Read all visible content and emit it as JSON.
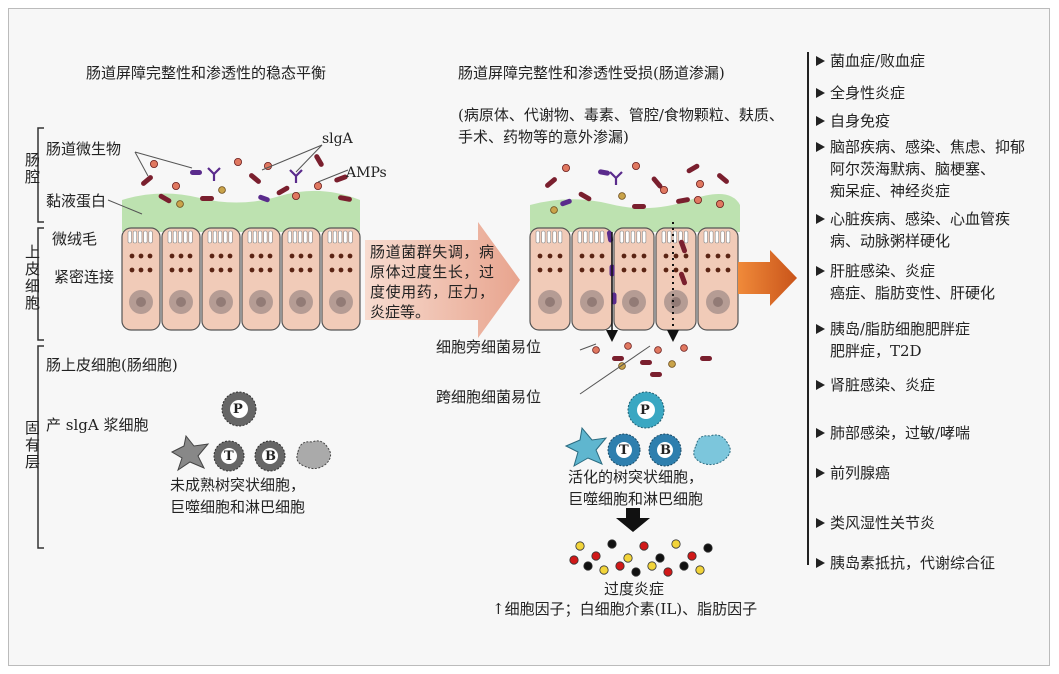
{
  "left": {
    "title": "肠道屏障完整性和渗透性的稳态平衡",
    "lumen_label": "肠腔",
    "epithelium_label": "上皮细胞",
    "lamina_label": "固有层",
    "microbiota": "肠道微生物",
    "siga": "slgA",
    "amps": "AMPs",
    "mucin": "黏液蛋白",
    "microvilli": "微绒毛",
    "tight_junction": "紧密连接",
    "enterocyte": "肠上皮细胞(肠细胞)",
    "plasma_cell": "产 slgA 浆细胞",
    "immune_cells": "未成熟树突状细胞，\n巨噬细胞和淋巴细胞"
  },
  "middle_arrow": {
    "text": "肠道菌群失调，病原体过度生长，过度使用药，压力，炎症等。"
  },
  "right": {
    "title": "肠道屏障完整性和渗透性受损(肠道渗漏)",
    "subtitle": "(病原体、代谢物、毒素、管腔/食物颗粒、麸质、手术、药物等的意外渗漏)",
    "paracellular": "细胞旁细菌易位",
    "transcellular": "跨细胞细菌易位",
    "activated_cells": "活化的树突状细胞，\n巨噬细胞和淋巴细胞",
    "excess_inflammation": "过度炎症",
    "cytokines": "↑细胞因子；白细胞介素(IL)、脂肪因子"
  },
  "cell_letters": {
    "p": "P",
    "t": "T",
    "b": "B"
  },
  "diseases": [
    "菌血症/败血症",
    "全身性炎症",
    "自身免疫",
    "脑部疾病、感染、焦虑、抑郁\n阿尔茨海默病、脑梗塞、\n痴呆症、神经炎症",
    "心脏疾病、感染、心血管疾\n病、动脉粥样硬化",
    "肝脏感染、炎症\n癌症、脂肪变性、肝硬化",
    "胰岛/脂肪细胞肥胖症\n肥胖症，T2D",
    "肾脏感染、炎症",
    "肺部感染，过敏/哮喘",
    "前列腺癌",
    "类风湿性关节炎",
    "胰岛素抵抗，代谢综合征"
  ],
  "colors": {
    "cell": "#f1cbb8",
    "mucus": "#bde2b0",
    "arrow_pink": "#f2c2b2",
    "arrow_orange": "#d9661e",
    "rod": "#7a1f2e",
    "siga": "#5a2b8c",
    "p_cell": "#3aa7c2"
  }
}
